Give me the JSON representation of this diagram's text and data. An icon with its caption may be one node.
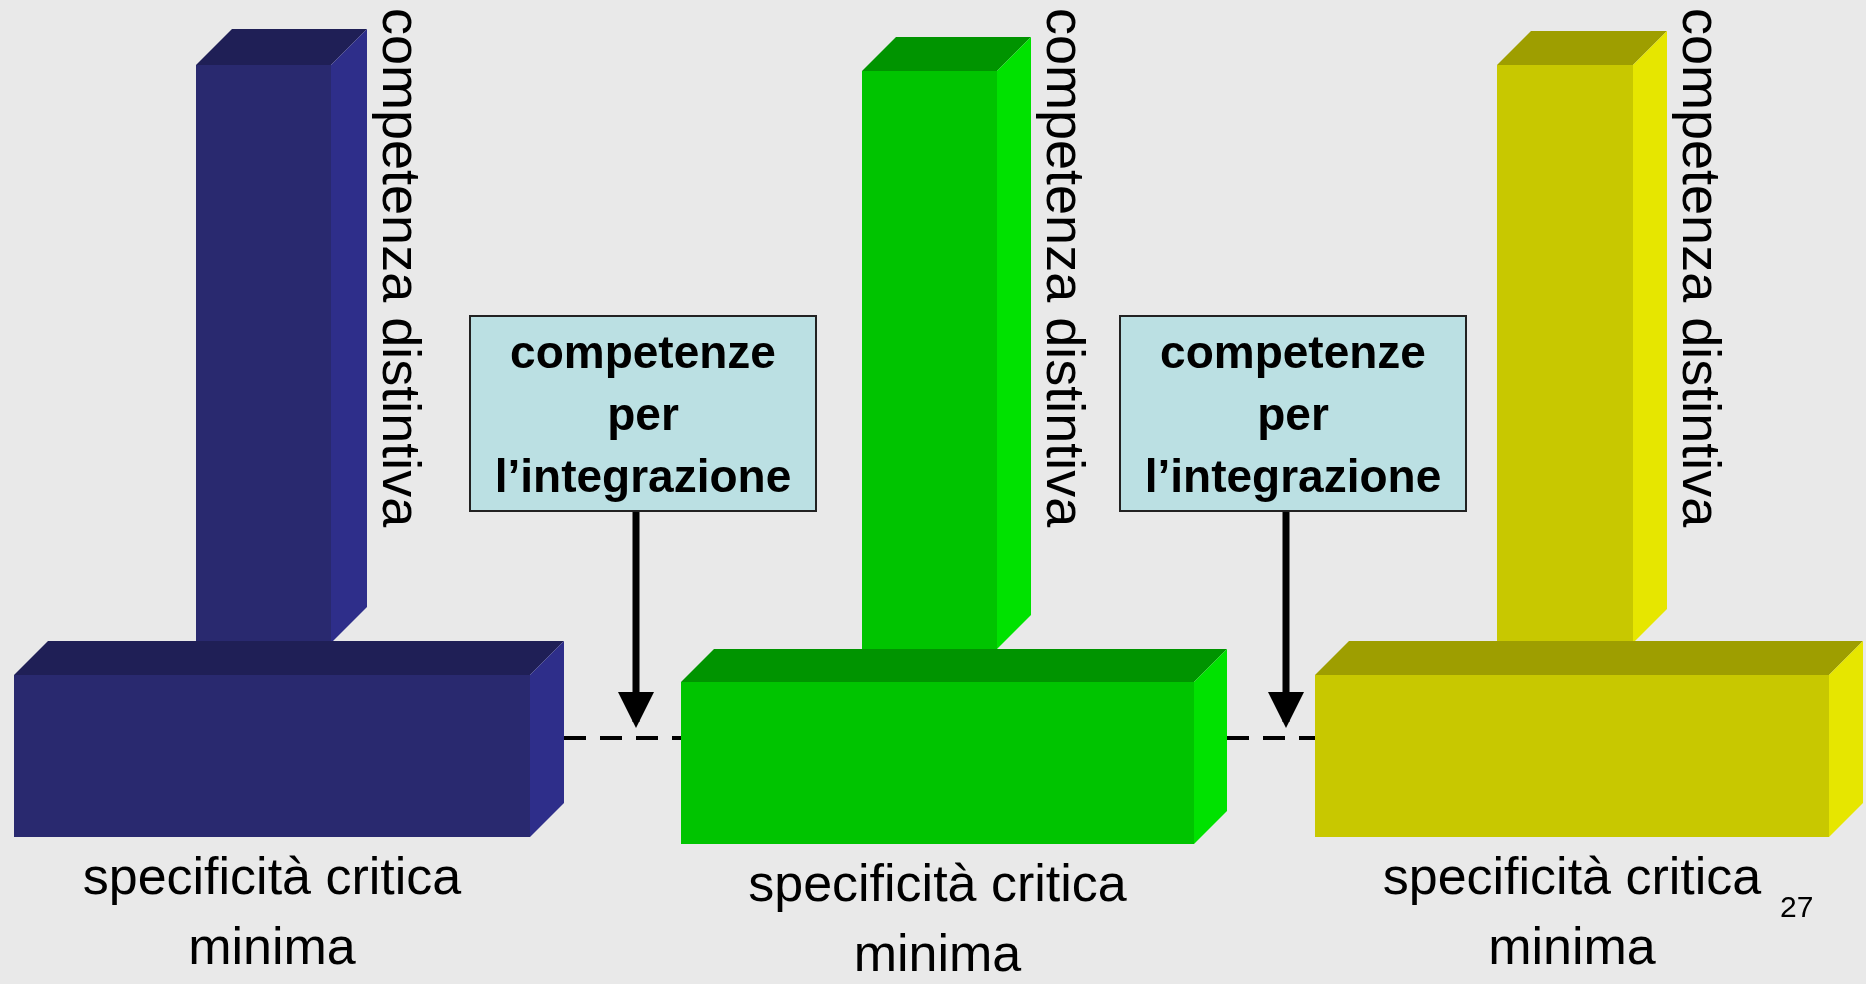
{
  "diagram": {
    "nodes": [
      {
        "text": [],
        "shape": "bar",
        "beside": [
          "competenza distintiva"
        ]
      },
      {
        "text": [],
        "shape": "bar",
        "beside": [
          "specificità critica minima"
        ]
      },
      {
        "text": [
          "competenze per l’integrazione"
        ]
      },
      {
        "text": [],
        "shape": "bar",
        "beside": [
          "competenza distintiva"
        ]
      },
      {
        "text": [],
        "shape": "bar",
        "beside": [
          "specificità critica minima"
        ]
      },
      {
        "text": [
          "competenze per l’integrazione"
        ]
      },
      {
        "text": [],
        "shape": "bar",
        "beside": [
          "competenza distintiva"
        ]
      },
      {
        "text": [],
        "shape": "bar",
        "beside": [
          "specificità critica minima"
        ]
      }
    ],
    "edges": [
      {
        "from": 1,
        "to": 4,
        "arrow": "none",
        "style": "dashed"
      },
      {
        "from": 2,
        "to": 4,
        "arrow": "to"
      },
      {
        "from": 4,
        "to": 7,
        "arrow": "none",
        "style": "dashed"
      },
      {
        "from": 5,
        "to": 7,
        "arrow": "to"
      }
    ],
    "labels": [
      "27"
    ]
  }
}
